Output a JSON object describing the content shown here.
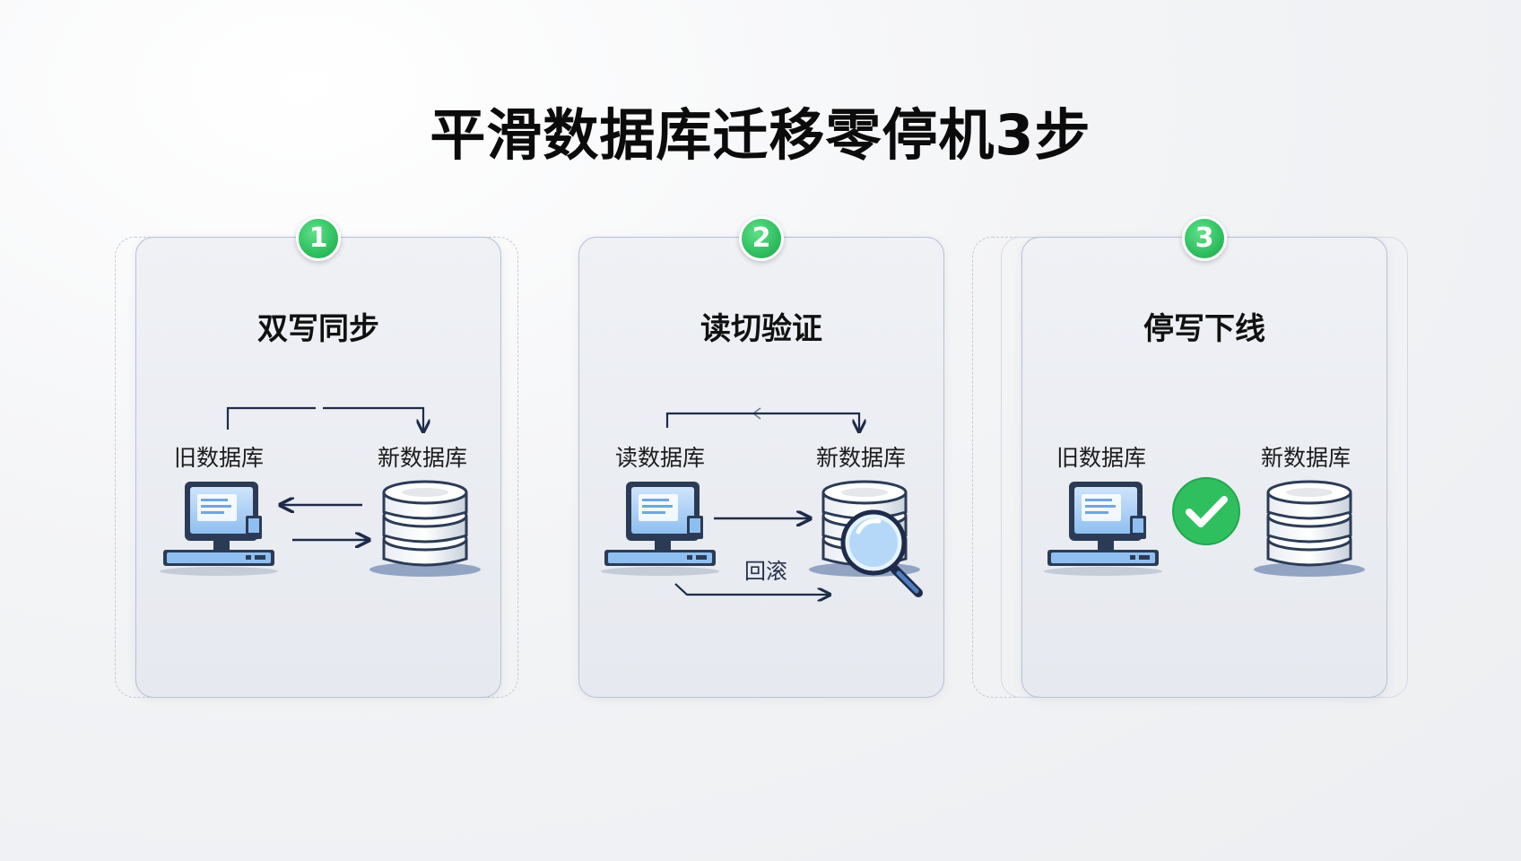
{
  "title": "平滑数据库迁移零停机3步",
  "steps": [
    {
      "number": "1",
      "title": "双写同步",
      "left_label": "旧数据库",
      "right_label": "新数据库"
    },
    {
      "number": "2",
      "title": "读切验证",
      "left_label": "读数据库",
      "right_label": "新数据库",
      "rollback_label": "回滚"
    },
    {
      "number": "3",
      "title": "停写下线",
      "left_label": "旧数据库",
      "right_label": "新数据库"
    }
  ],
  "colors": {
    "badge": "#2fbf5f",
    "arrow": "#1e2b4a",
    "db_blue": "#6ea6e0",
    "check": "#2fbf5f"
  },
  "icons": [
    "computer-icon",
    "database-icon",
    "magnifier-icon",
    "checkmark-icon"
  ]
}
